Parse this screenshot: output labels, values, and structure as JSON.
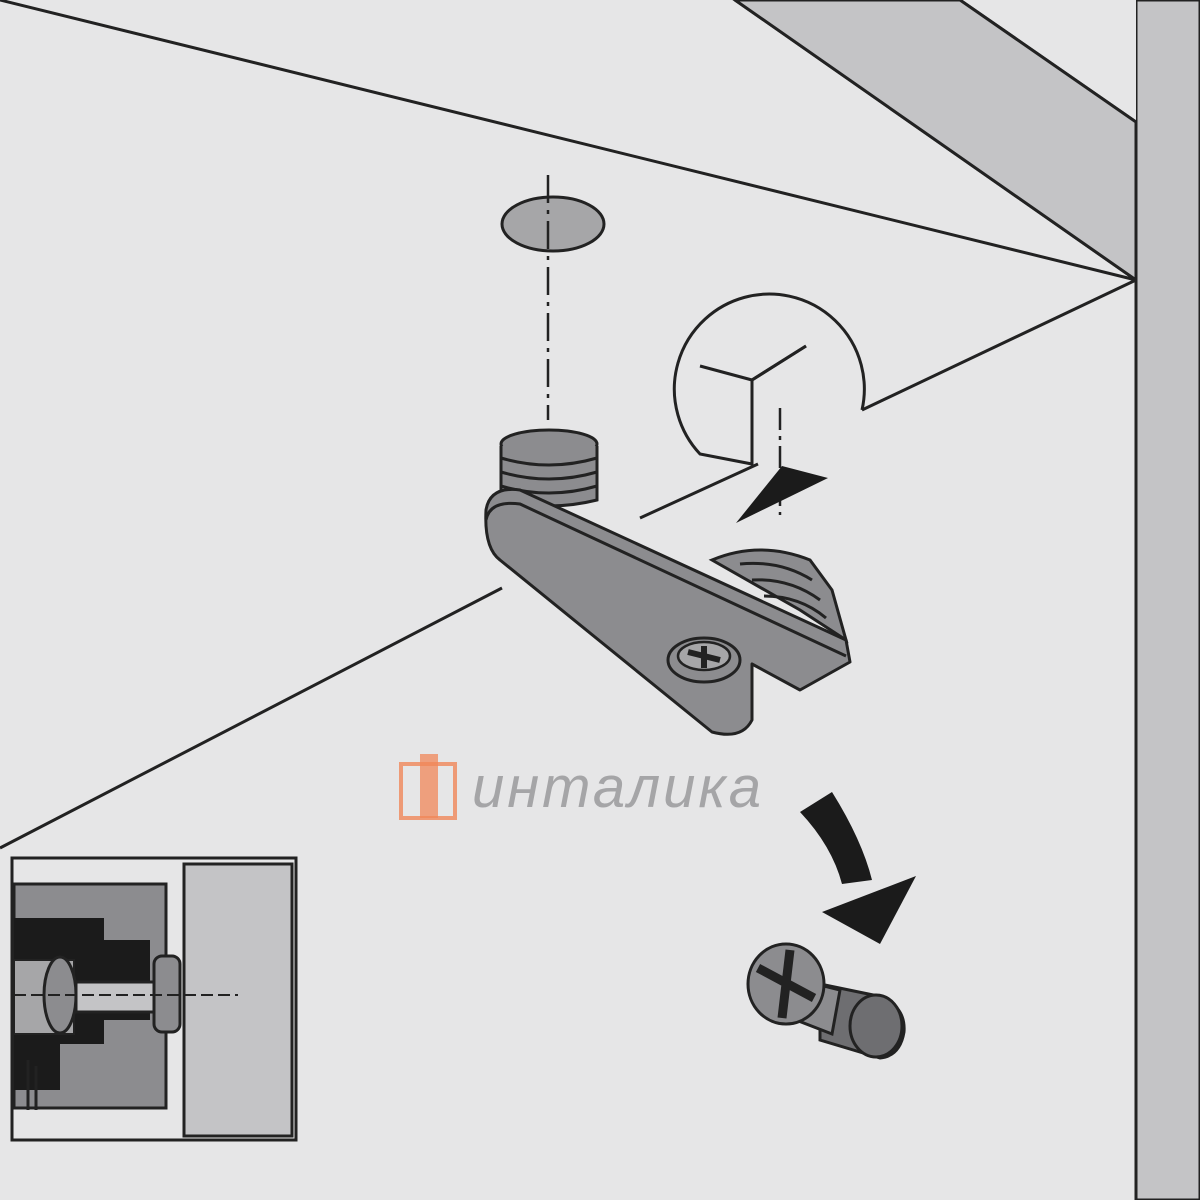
{
  "watermark": {
    "text": "инталика",
    "logo_color": "#f0875a",
    "text_color": "#9a9a9c"
  },
  "colors": {
    "background": "#e6e6e7",
    "panel": "#c4c4c6",
    "part_fill": "#8c8c8f",
    "part_dark": "#6e6e71",
    "ink": "#1b1b1b"
  },
  "icons": [
    "connector-bracket",
    "screw-cross-head",
    "curved-arrow",
    "drill-hole",
    "detail-inset"
  ]
}
